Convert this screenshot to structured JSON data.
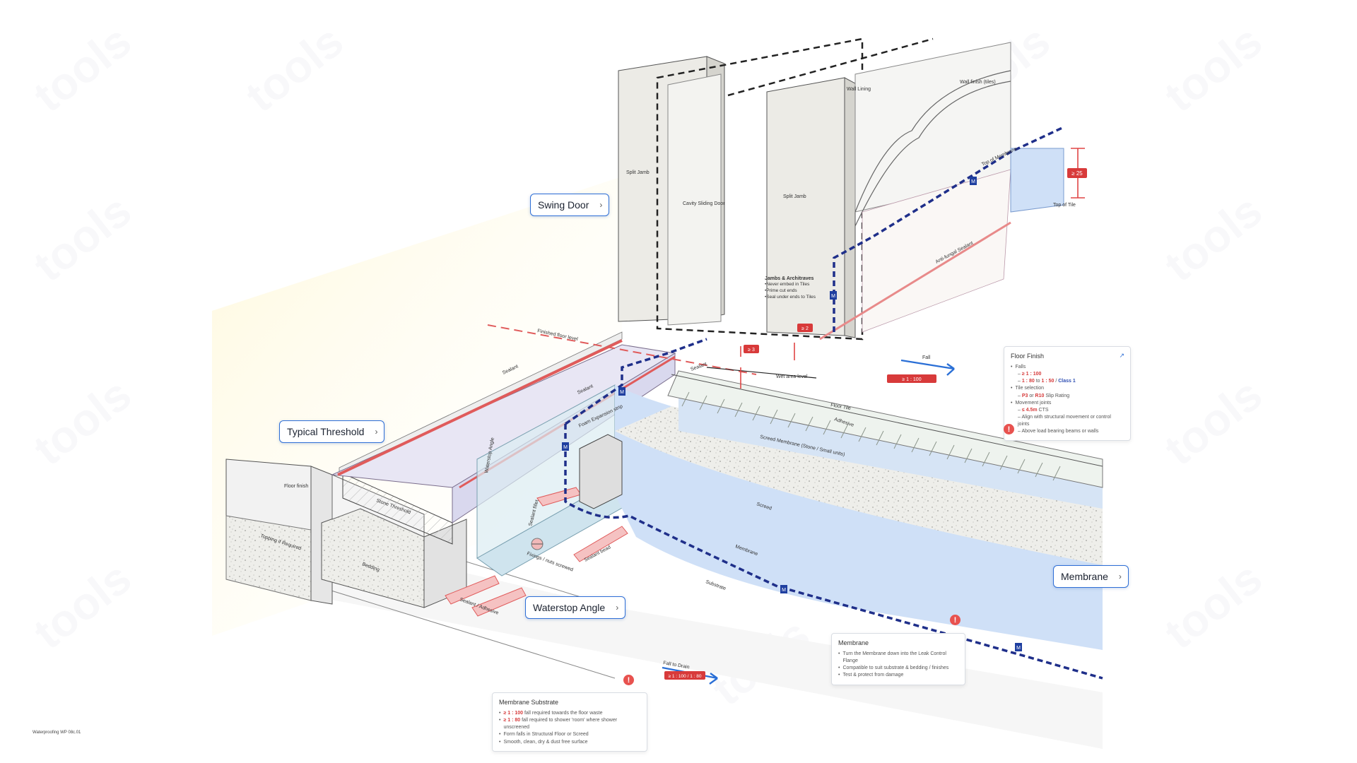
{
  "watermark": "tools",
  "hotspots": {
    "swing_door": "Swing Door",
    "typical_threshold": "Typical Threshold",
    "waterstop_angle": "Waterstop Angle",
    "membrane": "Membrane"
  },
  "labels": {
    "split_jamb_left": "Split Jamb",
    "cavity_sliding_door": "Cavity Sliding Door",
    "split_jamb_right": "Split Jamb",
    "wall_lining": "Wall Lining",
    "wall_finish": "Wall finish (tiles)",
    "top_of_membrane": "Top of Membrane",
    "top_of_tile": "Top of Tile",
    "anti_fungal_sealant": "Anti-fungal Sealant",
    "finished_floor_level": "Finished floor level",
    "wet_area_level": "Wet area level",
    "sealant_1": "Sealant",
    "sealant_2": "Sealant",
    "sealant_3": "Sealant",
    "floor_finish": "Floor finish",
    "stone_threshold": "Stone Threshold",
    "bedding": "Bedding",
    "topping_if_required": "Topping if Required",
    "waterstop_angle": "Waterstop Angle",
    "sealant_fillet": "Sealant fillet",
    "sealant_bead": "Sealant bead",
    "sealant_below": "Sealant / Adhesive",
    "fixings": "Fixings / nuts screwed",
    "foam_expansion_strip": "Foam Expansion strip",
    "floor_tile": "Floor Tile",
    "adhesive": "Adhesive",
    "screed_membrane": "Screed Membrane (Stone / Small units)",
    "screed": "Screed",
    "membrane": "Membrane",
    "substrate": "Substrate",
    "fall": "Fall",
    "fall_to_drain": "Fall to Drain",
    "dim_25": "≥ 25",
    "dim_3": "≥ 3",
    "dim_2": "≥ 2",
    "m_tag": "M",
    "fall_badge_1": "≥ 1 : 100",
    "fall_badge_2": "1 : 80 to 1 : 50",
    "fall_badge_class": "Class 1",
    "drain_badge": "≥ 1 : 100 / 1 : 80"
  },
  "jambs_note": {
    "title": "Jambs & Architraves",
    "items": [
      "Never embed in Tiles",
      "Prime cut ends",
      "Seal under ends to Tiles"
    ]
  },
  "floor_finish_card": {
    "title": "Floor Finish",
    "falls_label": "Falls",
    "falls_1_red": "≥ 1 : 100",
    "falls_2_red": "1 : 80",
    "falls_2_mid": " to ",
    "falls_2_red_b": "1 : 50",
    "falls_2_sep": " / ",
    "falls_2_blue": "Class 1",
    "tile_label": "Tile selection",
    "tile_red_a": "P3",
    "tile_mid": " or ",
    "tile_red_b": "R10",
    "tile_rest": " Slip Rating",
    "movement_label": "Movement joints",
    "movement_red": "≤ 4.5m",
    "movement_rest": " CTS",
    "movement_2": "Align with structural movement or control joints",
    "movement_3": "Above load bearing beams or walls"
  },
  "membrane_card": {
    "title": "Membrane",
    "items": [
      "Turn the Membrane down into the Leak Control Flange",
      "Compatible to suit substrate & bedding / finishes",
      "Test & protect from damage"
    ]
  },
  "substrate_card": {
    "title": "Membrane Substrate",
    "item1_red": "≥ 1 : 100",
    "item1_rest": " fall required towards the floor waste",
    "item2_red": "≥ 1 : 80",
    "item2_rest": " fall required to shower 'room' where shower unscreened",
    "item3": "Form falls in Structural Floor or Screed",
    "item4": "Smooth, clean, dry & dust free surface"
  },
  "alert_glyph": "!",
  "chevron": "›",
  "doc_id": "Waterproofing WP 08c.01",
  "colors": {
    "accent_blue": "#2f6fd6",
    "membrane_dash": "#1f2f8a",
    "membrane_fill": "#cfe0f7",
    "sealant_red": "#e84a4a",
    "sealant_fill": "#f6c9c9"
  }
}
